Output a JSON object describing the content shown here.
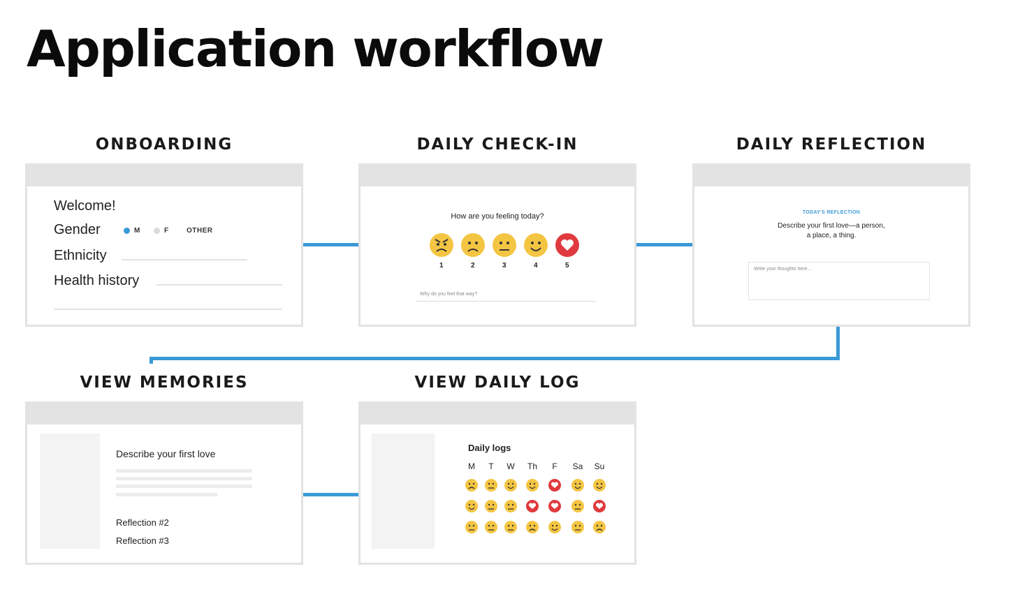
{
  "title": "Application workflow",
  "colors": {
    "accent": "#3a9ad6",
    "card_border": "#e3e3e3",
    "heart": "#e03a3e",
    "face": "#f4c542"
  },
  "stages": {
    "onboarding": {
      "label": "ONBOARDING",
      "welcome": "Welcome!",
      "gender_label": "Gender",
      "gender_options": [
        "M",
        "F",
        "OTHER"
      ],
      "gender_selected": "M",
      "ethnicity_label": "Ethnicity",
      "health_label": "Health history"
    },
    "checkin": {
      "label": "DAILY CHECK-IN",
      "question": "How are you feeling today?",
      "ratings": [
        {
          "num": "1",
          "icon": "angry-face-icon"
        },
        {
          "num": "2",
          "icon": "frown-face-icon"
        },
        {
          "num": "3",
          "icon": "neutral-face-icon"
        },
        {
          "num": "4",
          "icon": "smile-face-icon"
        },
        {
          "num": "5",
          "icon": "heart-icon"
        }
      ],
      "why_placeholder": "Why do you feel that way?"
    },
    "reflection": {
      "label": "DAILY REFLECTION",
      "kicker": "TODAY'S REFLECTION",
      "prompt_line1": "Describe your first love—a person,",
      "prompt_line2": "a place, a thing.",
      "placeholder": "Write your thoughts here..."
    },
    "memories": {
      "label": "VIEW MEMORIES",
      "entry_title": "Describe your first love",
      "items": [
        "Reflection #2",
        "Reflection #3"
      ]
    },
    "dailylog": {
      "label": "VIEW DAILY LOG",
      "heading": "Daily logs",
      "days": [
        "M",
        "T",
        "W",
        "Th",
        "F",
        "Sa",
        "Su"
      ],
      "grid": [
        [
          "frown",
          "neutral",
          "smile",
          "smile",
          "heart",
          "smile",
          "smile"
        ],
        [
          "smile",
          "neutral",
          "neutral",
          "heart",
          "heart",
          "neutral",
          "heart"
        ],
        [
          "neutral",
          "neutral",
          "neutral",
          "frown",
          "smile",
          "neutral",
          "frown"
        ]
      ]
    }
  }
}
